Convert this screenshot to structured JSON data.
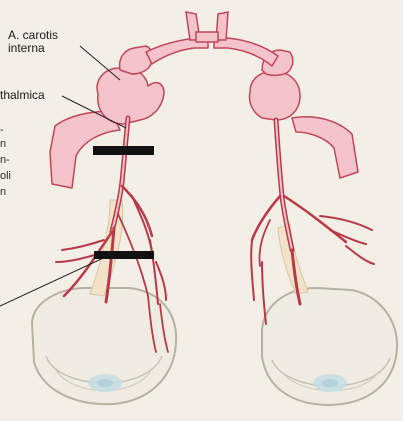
{
  "labels": {
    "carotis_line1": "A. carotis",
    "carotis_line2": "interna",
    "ophthalmica": "thalmica"
  },
  "left_margin_fragments": [
    "-",
    "n",
    "n-",
    "oli",
    "n"
  ],
  "colors": {
    "background": "#f3eee6",
    "artery_fill": "#f4c3cc",
    "artery_stroke": "#c0475a",
    "vessel_line": "#b83a48",
    "eye_stroke": "#b9b0a2",
    "eye_fill": "#f1ece3",
    "cornea": "#c4dde4",
    "pointer_line": "#222222",
    "marker_bar": "#111111",
    "label_text": "#1b1b1b"
  }
}
